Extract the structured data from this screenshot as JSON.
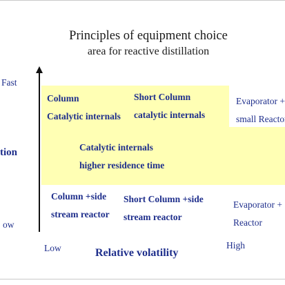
{
  "title": {
    "line1": "Principles of equipment choice",
    "line2": "area for reactive distillation"
  },
  "y_axis": {
    "top_tick": "Fast",
    "label_fragment": "tion",
    "bottom_tick": "ow"
  },
  "x_axis": {
    "low_tick": "Low",
    "label": "Relative volatility",
    "high_tick": "High"
  },
  "cells": {
    "column_catalytic": {
      "line1": "Column",
      "line2": "Catalytic internals"
    },
    "short_column_catalytic": {
      "line1": "Short Column",
      "line2": "catalytic internals"
    },
    "evaporator_small_reactor": {
      "line1": "Evaporator +",
      "line2": "small Reactor"
    },
    "catalytic_residence": {
      "line1": "Catalytic internals",
      "line2": "higher residence time"
    },
    "column_side_stream": {
      "line1": "Column +side",
      "line2": "stream reactor"
    },
    "short_column_side_stream": {
      "line1": "Short Column +side",
      "line2": "stream reactor"
    },
    "evaporator_reactor": {
      "line1": "Evaporator +",
      "line2": "Reactor"
    }
  },
  "colors": {
    "text_blue": "#1f2f8c",
    "highlight_yellow": "#ffffb4",
    "axis": "#111111"
  }
}
